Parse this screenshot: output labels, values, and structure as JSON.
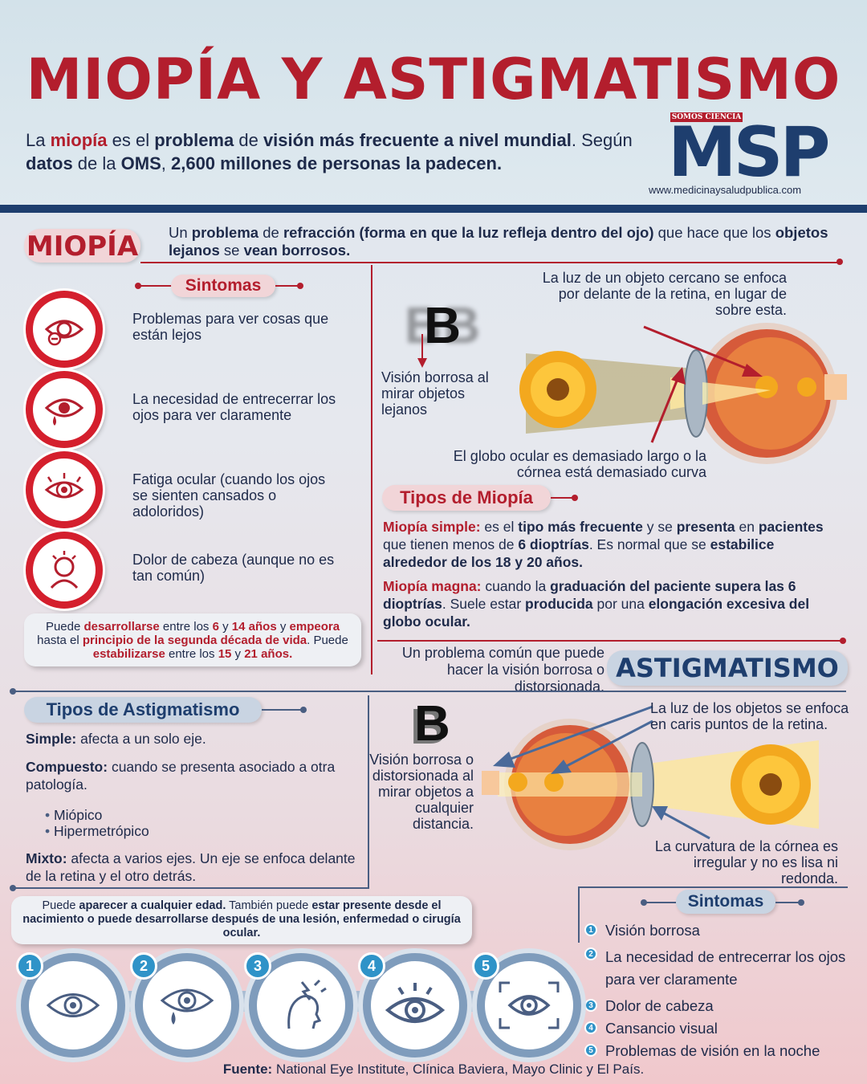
{
  "title": "MIOPÍA Y ASTIGMATISMO",
  "intro": {
    "p1": "La ",
    "p2": "miopía",
    "p3": " es el ",
    "p4": "problema",
    "p5": " de ",
    "p6": "visión más frecuente a nivel mundial",
    "p7": ". Según ",
    "p8": "datos",
    "p9": " de la ",
    "p10": "OMS",
    "p11": ", ",
    "p12": "2,600 millones de personas la padecen."
  },
  "logo": {
    "tag": "SOMOS CIENCIA",
    "text": "MSP",
    "url": "www.medicinaysaludpublica.com"
  },
  "miopia": {
    "heading": "MIOPÍA",
    "def_1": "Un ",
    "def_2": "problema",
    "def_3": " de ",
    "def_4": "refracción (forma en que la luz refleja dentro del ojo)",
    "def_5": " que hace que los ",
    "def_6": "objetos lejanos",
    "def_7": " se ",
    "def_8": "vean borrosos.",
    "symptoms_heading": "Sintomas",
    "symptoms": [
      {
        "text": "Problemas para ver cosas que están lejos",
        "icon": "eye-strain-icon"
      },
      {
        "text": "La necesidad de entrecerrar los ojos para ver claramente",
        "icon": "tearing-eye-icon"
      },
      {
        "text": "Fatiga ocular (cuando los ojos se sienten cansados o adoloridos)",
        "icon": "tired-eye-icon"
      },
      {
        "text": "Dolor de cabeza (aunque no es tan común)",
        "icon": "headache-icon"
      }
    ],
    "note": {
      "a": "Puede ",
      "b": "desarrollarse",
      "c": " entre los ",
      "d": "6",
      "e": " y ",
      "f": "14 años",
      "g": " y ",
      "h": "empeora",
      "i": " hasta el ",
      "j": "principio de la segunda década de vida",
      "k": ". Puede ",
      "l": "estabilizarse",
      "m": " entre los ",
      "n": "15",
      "o": " y ",
      "p": "21 años."
    },
    "diagram": {
      "blur_letter": "B",
      "caption_left": "Visión borrosa al mirar objetos lejanos",
      "caption_top": "La luz de un objeto cercano se enfoca por delante de la retina, en lugar de sobre esta.",
      "caption_bottom": "El globo ocular es demasiado largo o la córnea está demasiado curva"
    },
    "types_heading": "Tipos de Miopía",
    "simple": {
      "label": "Miopía simple:",
      "t1": " es el ",
      "t2": "tipo más frecuente",
      "t3": " y se ",
      "t4": "presenta",
      "t5": " en ",
      "t6": "pacientes",
      "t7": " que tienen menos de ",
      "t8": "6 dioptrías",
      "t9": ". Es normal que se ",
      "t10": "estabilice alrededor de los 18 y 20 años."
    },
    "magna": {
      "label": "Miopía magna:",
      "t1": " cuando la ",
      "t2": "graduación del paciente supera las 6 dioptrías",
      "t3": ". Suele estar ",
      "t4": "producida",
      "t5": " por una ",
      "t6": "elongación excesiva del globo ocular."
    }
  },
  "astig": {
    "heading": "ASTIGMATISMO",
    "def": "Un problema común que puede hacer la visión borrosa o distorsionada.",
    "types_heading": "Tipos de Astigmatismo",
    "simple_label": "Simple:",
    "simple_text": " afecta a un solo eje.",
    "compuesto_label": "Compuesto:",
    "compuesto_text": " cuando se presenta asociado a otra patología.",
    "bullets": [
      "Miópico",
      "Hipermetrópico"
    ],
    "mixto_label": "Mixto:",
    "mixto_text": " afecta a varios ejes. Un eje se enfoca delante de la retina y el otro detrás.",
    "diagram": {
      "letter": "B",
      "caption_left": "Visión borrosa o distorsionada al mirar objetos a cualquier distancia.",
      "caption_top": "La luz de los objetos se enfoca en caris puntos de la retina.",
      "caption_bottom": "La curvatura de la córnea es irregular y no es lisa ni redonda."
    },
    "note": {
      "a": "Puede ",
      "b": "aparecer a cualquier edad.",
      "c": " También puede ",
      "d": "estar presente desde el nacimiento o puede desarrollarse después de una lesión, enfermedad o cirugía ocular."
    },
    "symptoms_heading": "Sintomas",
    "symptoms": [
      {
        "num": "1",
        "text": "Visión borrosa",
        "icon": "eye-icon"
      },
      {
        "num": "2",
        "text": "La necesidad de entrecerrar los ojos para ver claramente",
        "icon": "tearing-eye-icon"
      },
      {
        "num": "3",
        "text": "Dolor de cabeza",
        "icon": "headache-icon"
      },
      {
        "num": "4",
        "text": "Cansancio visual",
        "icon": "eye-rays-icon"
      },
      {
        "num": "5",
        "text": "Problemas de visión en la noche",
        "icon": "eye-focus-icon"
      }
    ]
  },
  "footer": {
    "label": "Fuente:",
    "text": " National Eye Institute, Clínica Baviera, Mayo Clinic y El País."
  },
  "colors": {
    "accent_red": "#b31e2d",
    "navy": "#1e3e6e",
    "badge_blue": "#2f93c8"
  }
}
